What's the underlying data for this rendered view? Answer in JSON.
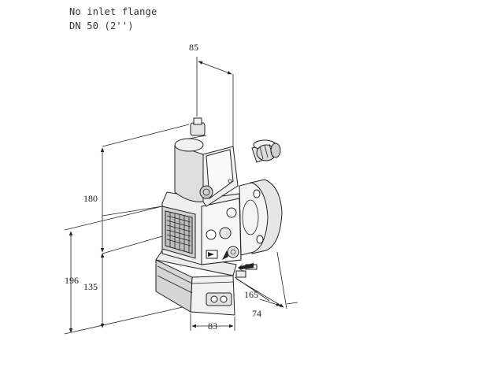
{
  "caption": {
    "line1": "No inlet flange",
    "line2": "DN 50 (2'')"
  },
  "dimensions": {
    "top_width": "85",
    "upper_height": "180",
    "lower_height": "135",
    "total_height": "196",
    "bottom_width": "83",
    "outlet_depth": "165",
    "flange_offset": "74"
  },
  "colors": {
    "line": "#222222",
    "body_light": "#f2f2f2",
    "body_mid": "#d9d9d9",
    "body_dark": "#a8a8a8"
  }
}
